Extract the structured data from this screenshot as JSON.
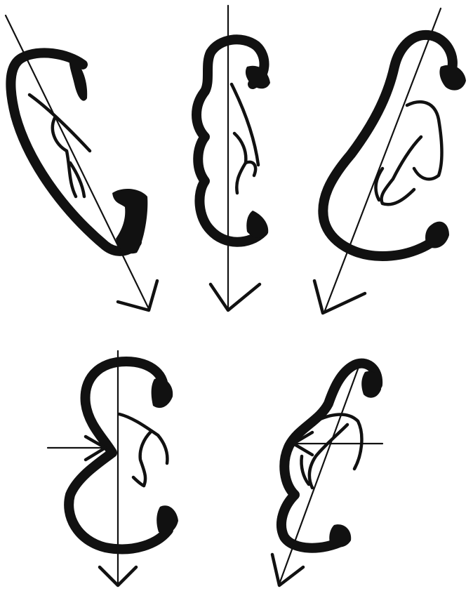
{
  "figure": {
    "colors": {
      "ink": "#111111",
      "paper": "#ffffff"
    },
    "glyphs": [
      {
        "id": "glyph-1",
        "arrow_direction": "down-right"
      },
      {
        "id": "glyph-2",
        "arrow_direction": "down"
      },
      {
        "id": "glyph-3",
        "arrow_direction": "down-left"
      },
      {
        "id": "glyph-4",
        "arrow_direction": "down",
        "side_arrow_direction": "right"
      },
      {
        "id": "glyph-5",
        "arrow_direction": "down-left",
        "side_arrow_direction": "left"
      }
    ]
  }
}
